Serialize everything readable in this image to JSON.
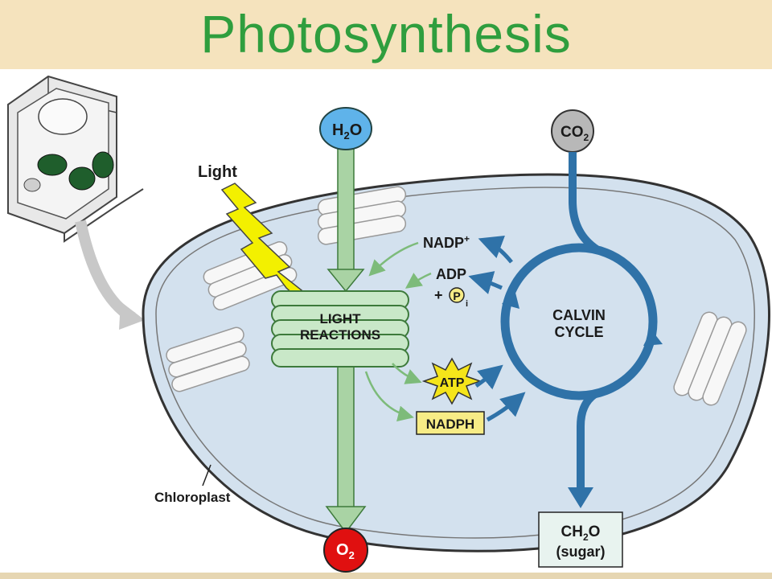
{
  "title": "Photosynthesis",
  "labels": {
    "light": "Light",
    "h2o": "H",
    "h2o_sub": "2",
    "h2o_tail": "O",
    "co2": "CO",
    "co2_sub": "2",
    "nadp": "NADP",
    "nadp_sup": "+",
    "adp": "ADP",
    "plus": "+",
    "p": "P",
    "p_sub": "i",
    "light_reactions_1": "LIGHT",
    "light_reactions_2": "REACTIONS",
    "calvin_1": "CALVIN",
    "calvin_2": "CYCLE",
    "atp": "ATP",
    "nadph": "NADPH",
    "chloroplast": "Chloroplast",
    "o2": "O",
    "o2_sub": "2",
    "ch2o_1": "CH",
    "ch2o_sub": "2",
    "ch2o_tail": "O",
    "sugar": "(sugar)"
  },
  "colors": {
    "title": "#2f9e3e",
    "header_bg": "#f5e3bd",
    "chloroplast": "#d3e1ee",
    "thylakoid": "#c9e8c8",
    "cycle": "#2f72a8",
    "h2o_bubble": "#5fb3ea",
    "co2_bubble": "#b8b8b8",
    "o2_bubble": "#e01010",
    "atp_star": "#f5e51a",
    "nadph_box": "#f7ec86",
    "light_bolt": "#f3f000"
  }
}
